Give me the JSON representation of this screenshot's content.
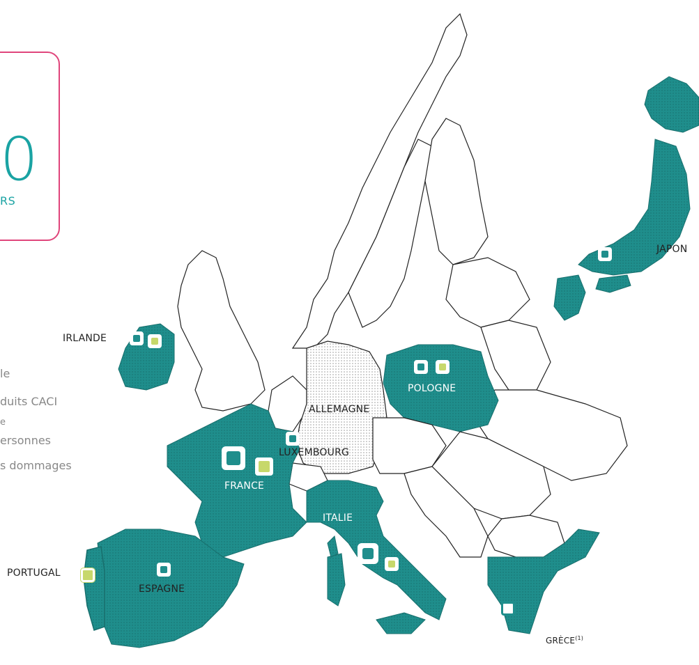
{
  "headline": {
    "number": "0",
    "label": "RS"
  },
  "legend": {
    "items": [
      "le",
      "duits CACI",
      "e",
      "ersonnes",
      "s dommages"
    ]
  },
  "countries": {
    "irlande": "IRLANDE",
    "pologne": "POLOGNE",
    "allemagne": "ALLEMAGNE",
    "luxembourg": "LUXEMBOURG",
    "france": "FRANCE",
    "italie": "ITALIE",
    "portugal": "PORTUGAL",
    "espagne": "ESPAGNE",
    "grece": "GRÈCE",
    "grece_note": "(1)",
    "japon": "JAPON"
  },
  "colors": {
    "teal": "#1f8e8c",
    "lime": "#c7d86b",
    "pink": "#e0457b",
    "accent_text": "#1aa3a3"
  }
}
